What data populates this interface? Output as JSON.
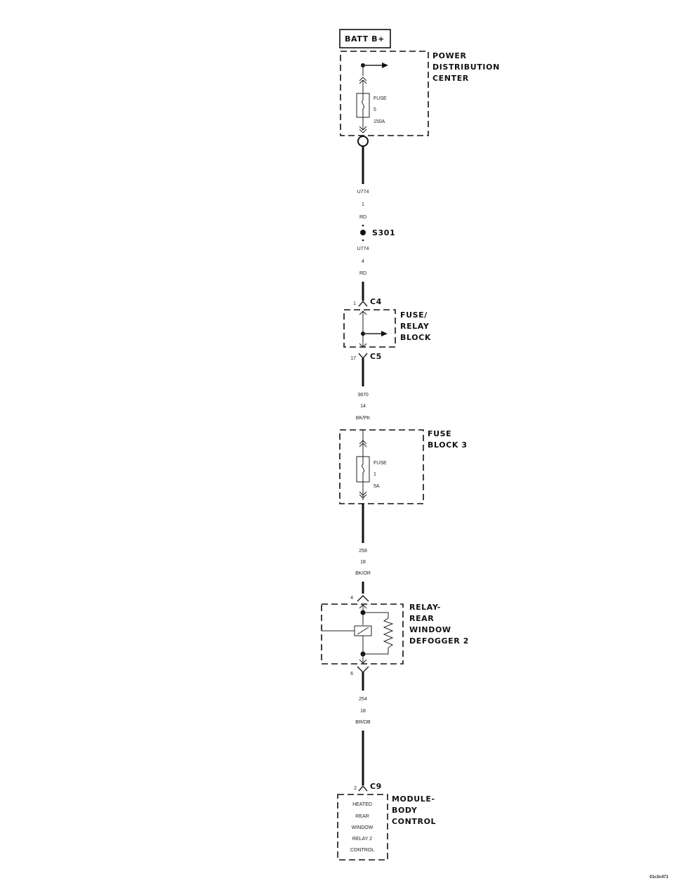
{
  "batt": "BATT B+",
  "pdc": {
    "label": [
      "POWER",
      "DISTRIBUTION",
      "CENTER"
    ],
    "fuse": [
      "FUSE",
      "5",
      "150A"
    ]
  },
  "wire1": [
    "U774",
    "1",
    "RD"
  ],
  "splice": "S301",
  "wire2": [
    "U774",
    "4",
    "RD"
  ],
  "c4": {
    "pin": "1",
    "name": "C4"
  },
  "frb": {
    "label": [
      "FUSE/",
      "RELAY",
      "BLOCK"
    ]
  },
  "c5": {
    "pin": "17",
    "name": "C5"
  },
  "wire3": [
    "3870",
    "14",
    "BK/PK"
  ],
  "fb3": {
    "label": [
      "FUSE",
      "BLOCK 3"
    ],
    "fuse": [
      "FUSE",
      "1",
      "5A"
    ]
  },
  "wire4": [
    "258",
    "18",
    "BK/OR"
  ],
  "relay": {
    "pin_top": "4",
    "pin_bottom": "6",
    "label": [
      "RELAY-",
      "REAR",
      "WINDOW",
      "DEFOGGER 2"
    ]
  },
  "wire5": [
    "254",
    "18",
    "BR/DB"
  ],
  "c9": {
    "pin": "2",
    "name": "C9"
  },
  "bcm": {
    "label": [
      "MODULE-",
      "BODY",
      "CONTROL"
    ],
    "inner": [
      "HEATED",
      "REAR",
      "WINDOW",
      "RELAY 2",
      "CONTROL"
    ]
  },
  "ref_code": "01c3c471"
}
